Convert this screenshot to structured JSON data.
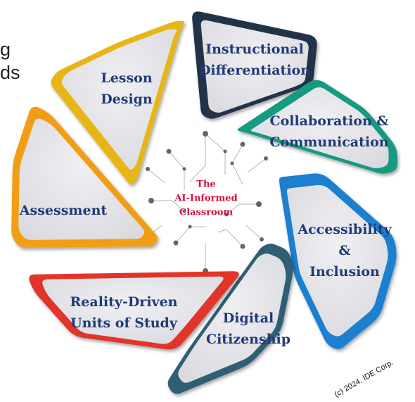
{
  "background_fragments": [
    "g",
    "ds"
  ],
  "center_label": [
    "The",
    "AI-Informed",
    "Classroom"
  ],
  "segments": [
    {
      "label": [
        "Instructional",
        "Differentiation"
      ],
      "color": "#22324a"
    },
    {
      "label": [
        "Collaboration &",
        "Communication"
      ],
      "color": "#159a80"
    },
    {
      "label": [
        "Accessibility",
        "&",
        "Inclusion"
      ],
      "color": "#1b7fd0"
    },
    {
      "label": [
        "Digital",
        "Citizenship"
      ],
      "color": "#2f5e74"
    },
    {
      "label": [
        "Reality-Driven",
        "Units of Study"
      ],
      "color": "#e1352b"
    },
    {
      "label": [
        "Assessment"
      ],
      "color": "#f29d14"
    },
    {
      "label": [
        "Lesson",
        "Design"
      ],
      "color": "#e8b512"
    }
  ],
  "copyright": "(c) 2024, IDE Corp.",
  "colors": {
    "label_text": "#1f3a78",
    "center_text": "#d0103a",
    "panel_fill": "#e6e6ea"
  }
}
